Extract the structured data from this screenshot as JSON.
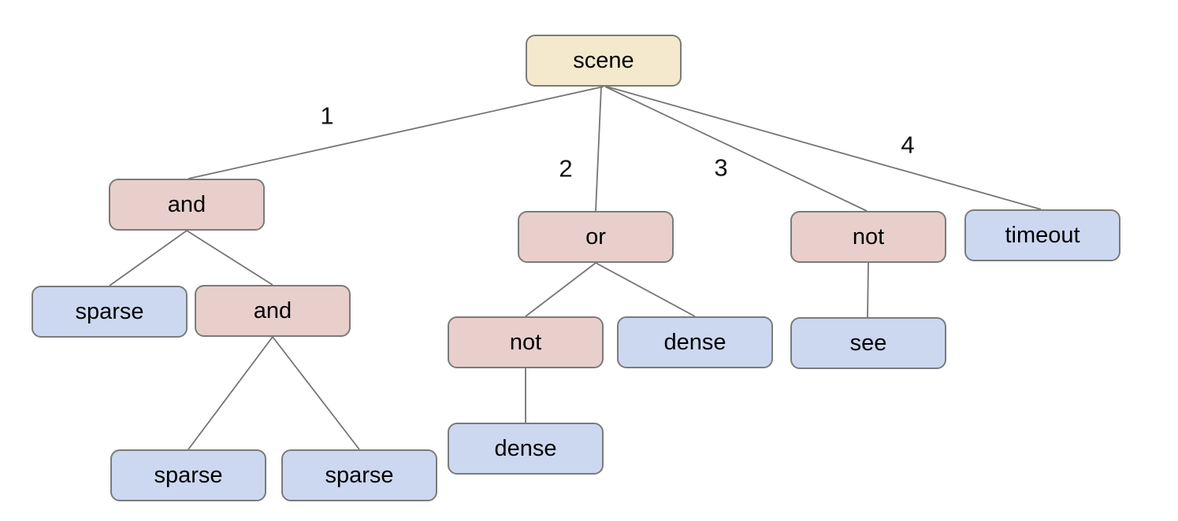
{
  "diagram": {
    "kind": "tree",
    "colors": {
      "root_fill": "#f4e8cd",
      "operator_fill": "#e8cfcc",
      "leaf_fill": "#ccd8f0",
      "node_border": "#7b7b7b",
      "edge_line": "#757575",
      "text": "#000000",
      "background": "#ffffff"
    }
  },
  "nodes": [
    {
      "id": "scene",
      "label": "scene",
      "role": "root"
    },
    {
      "id": "and-1",
      "label": "and",
      "role": "operator"
    },
    {
      "id": "or-1",
      "label": "or",
      "role": "operator"
    },
    {
      "id": "not-1",
      "label": "not",
      "role": "operator"
    },
    {
      "id": "timeout-1",
      "label": "timeout",
      "role": "leaf"
    },
    {
      "id": "sparse-1",
      "label": "sparse",
      "role": "leaf"
    },
    {
      "id": "and-2",
      "label": "and",
      "role": "operator"
    },
    {
      "id": "not-2",
      "label": "not",
      "role": "operator"
    },
    {
      "id": "dense-1",
      "label": "dense",
      "role": "leaf"
    },
    {
      "id": "see-1",
      "label": "see",
      "role": "leaf"
    },
    {
      "id": "sparse-2",
      "label": "sparse",
      "role": "leaf"
    },
    {
      "id": "sparse-3",
      "label": "sparse",
      "role": "leaf"
    },
    {
      "id": "dense-2",
      "label": "dense",
      "role": "leaf"
    }
  ],
  "edges": [
    {
      "from": "scene",
      "to": "and-1",
      "label": "1"
    },
    {
      "from": "scene",
      "to": "or-1",
      "label": "2"
    },
    {
      "from": "scene",
      "to": "not-1",
      "label": "3"
    },
    {
      "from": "scene",
      "to": "timeout-1",
      "label": "4"
    },
    {
      "from": "and-1",
      "to": "sparse-1",
      "label": ""
    },
    {
      "from": "and-1",
      "to": "and-2",
      "label": ""
    },
    {
      "from": "and-2",
      "to": "sparse-2",
      "label": ""
    },
    {
      "from": "and-2",
      "to": "sparse-3",
      "label": ""
    },
    {
      "from": "or-1",
      "to": "not-2",
      "label": ""
    },
    {
      "from": "or-1",
      "to": "dense-1",
      "label": ""
    },
    {
      "from": "not-2",
      "to": "dense-2",
      "label": ""
    },
    {
      "from": "not-1",
      "to": "see-1",
      "label": ""
    }
  ]
}
